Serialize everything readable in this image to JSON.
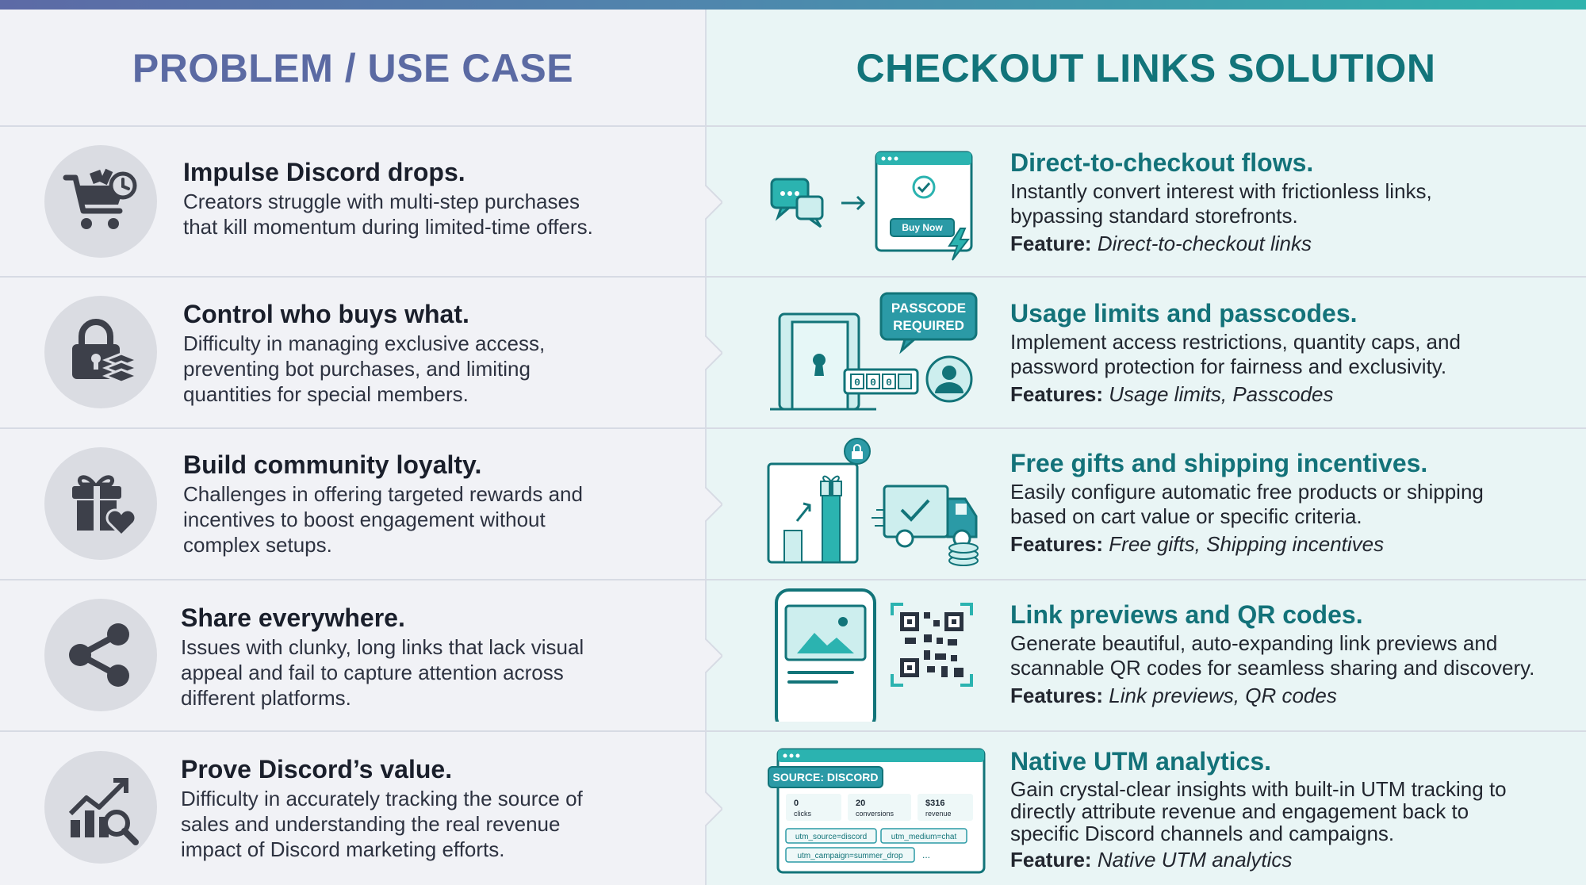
{
  "headers": {
    "left": "PROBLEM / USE CASE",
    "right": "CHECKOUT LINKS SOLUTION"
  },
  "rows": [
    {
      "problem_title": "Impulse Discord drops.",
      "problem_desc": [
        "Creators struggle with multi-step purchases",
        "that kill momentum during limited-time offers."
      ],
      "problem_icon": "shopping-cart-clock-icon",
      "solution_title": "Direct-to-checkout flows.",
      "solution_desc": [
        "Instantly convert interest with frictionless links,",
        "bypassing standard storefronts."
      ],
      "feature_label": "Feature:",
      "feature_value": "Direct-to-checkout links",
      "illustration_text": "Buy Now"
    },
    {
      "problem_title": "Control who buys what.",
      "problem_desc": [
        "Difficulty in managing exclusive access,",
        "preventing bot purchases, and limiting",
        "quantities for special members."
      ],
      "problem_icon": "lock-stack-icon",
      "solution_title": "Usage limits and passcodes.",
      "solution_desc": [
        "Implement access restrictions, quantity caps, and",
        "password protection for fairness and exclusivity."
      ],
      "feature_label": "Features:",
      "feature_value": "Usage limits, Passcodes",
      "illustration_text": [
        "PASSCODE",
        "REQUIRED"
      ],
      "illustration_digits": [
        "0",
        "0",
        "0"
      ]
    },
    {
      "problem_title": "Build community loyalty.",
      "problem_desc": [
        "Challenges in offering targeted rewards and",
        "incentives to boost engagement without",
        "complex setups."
      ],
      "problem_icon": "gift-heart-icon",
      "solution_title": "Free gifts and shipping incentives.",
      "solution_desc": [
        "Easily configure automatic free products or shipping",
        "based on cart value or specific criteria."
      ],
      "feature_label": "Features:",
      "feature_value": "Free gifts, Shipping incentives"
    },
    {
      "problem_title": "Share everywhere.",
      "problem_desc": [
        "Issues with clunky, long links that lack visual",
        "appeal and fail to capture attention across",
        "different platforms."
      ],
      "problem_icon": "share-icon",
      "solution_title": "Link previews and QR codes.",
      "solution_desc": [
        "Generate beautiful, auto-expanding link previews and",
        "scannable QR codes for seamless sharing and discovery."
      ],
      "feature_label": "Features:",
      "feature_value": "Link previews, QR codes"
    },
    {
      "problem_title": "Prove Discord’s value.",
      "problem_desc": [
        "Difficulty in accurately tracking the source of",
        "sales and understanding the real revenue",
        "impact of Discord marketing efforts."
      ],
      "problem_icon": "chart-magnifier-icon",
      "solution_title": "Native UTM analytics.",
      "solution_desc": [
        "Gain crystal-clear insights with built-in UTM tracking to",
        "directly attribute revenue and engagement back to",
        "specific Discord channels and campaigns."
      ],
      "feature_label": "Feature:",
      "feature_value": "Native UTM analytics",
      "illustration": {
        "source_badge": "SOURCE: DISCORD",
        "stats": [
          {
            "value": "0",
            "label": "clicks"
          },
          {
            "value": "20",
            "label": "conversions"
          },
          {
            "value": "$316",
            "label": "revenue"
          }
        ],
        "tags": [
          "utm_source=discord",
          "utm_medium=chat",
          "utm_campaign=summer_drop"
        ],
        "more": "..."
      }
    }
  ],
  "colors": {
    "left_header": "#5b6aa3",
    "right_header": "#12747a",
    "solution_title": "#137279",
    "accent_teal": "#2bb3b0"
  }
}
